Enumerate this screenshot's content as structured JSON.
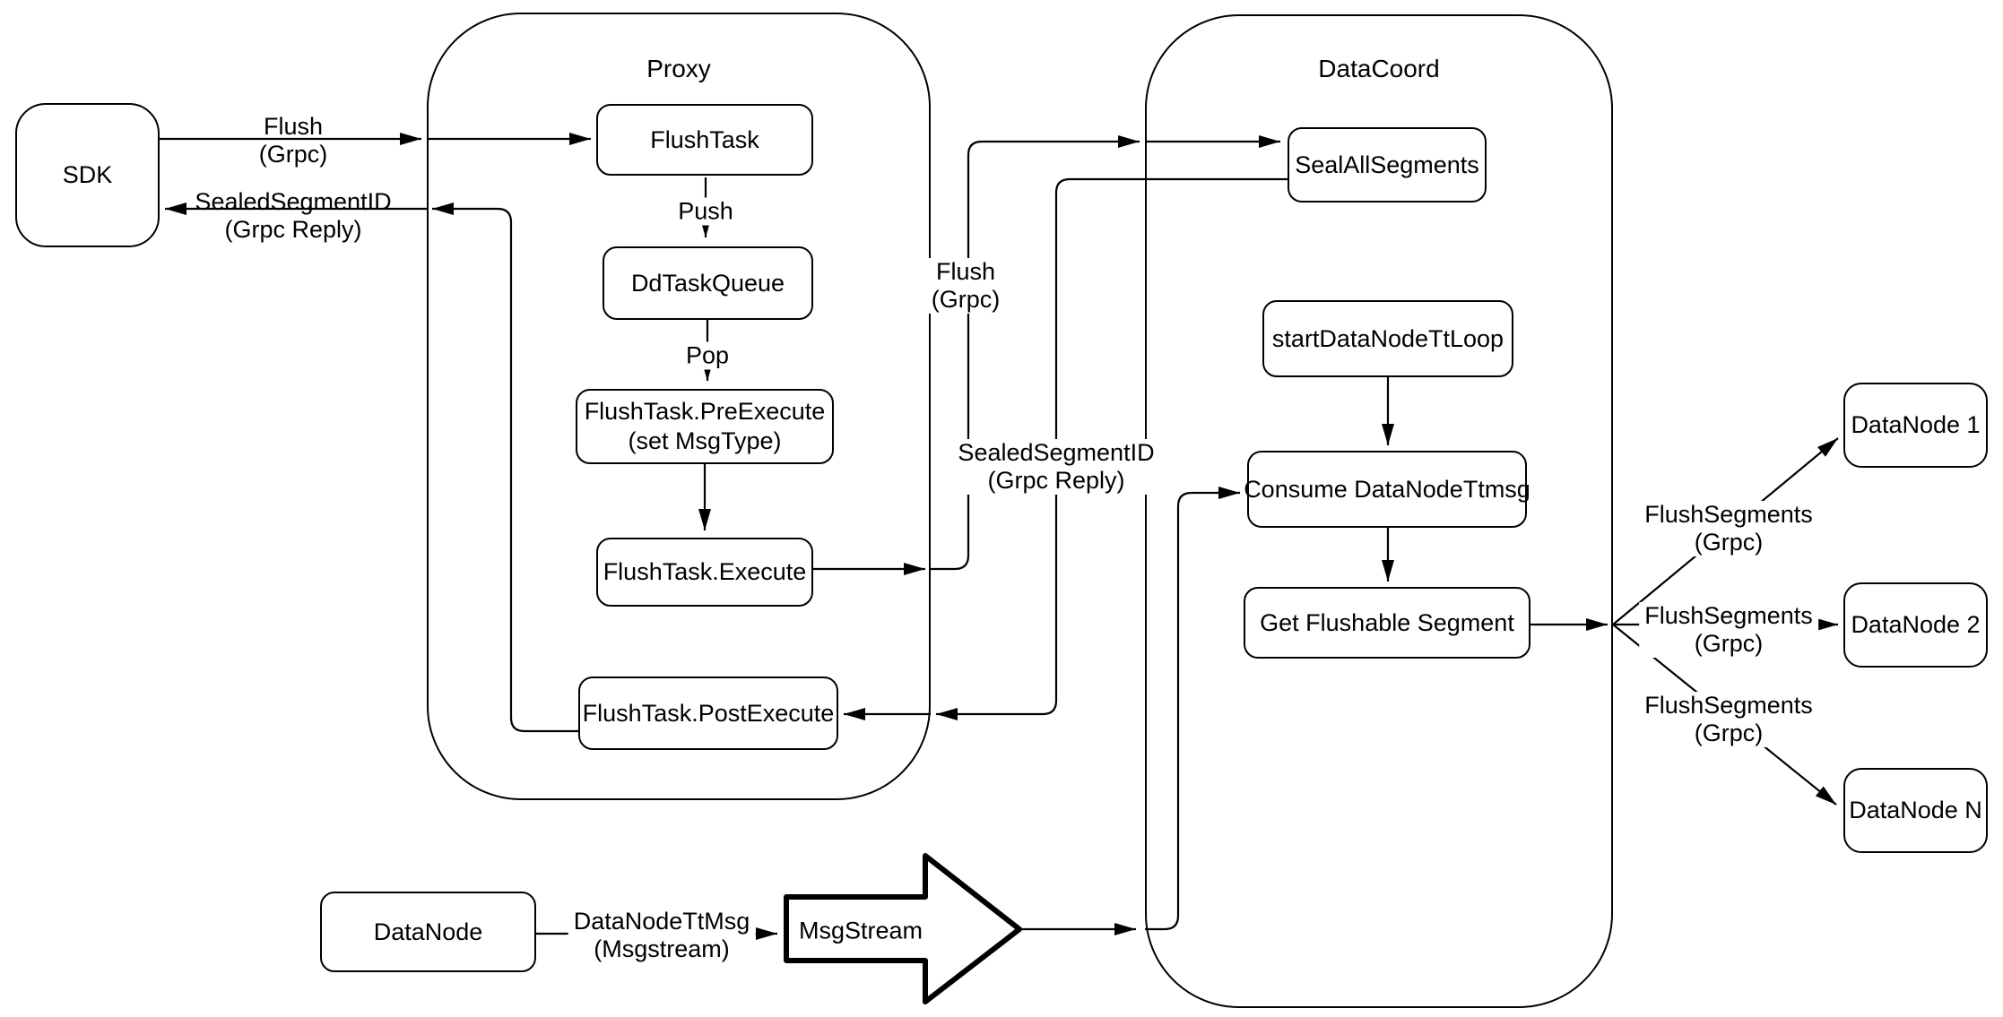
{
  "containers": {
    "proxy": {
      "title": "Proxy"
    },
    "datacoord": {
      "title": "DataCoord"
    }
  },
  "nodes": {
    "sdk": {
      "label": "SDK"
    },
    "flush_task": {
      "label": "FlushTask"
    },
    "dd_task_queue": {
      "label": "DdTaskQueue"
    },
    "pre_execute": {
      "line1": "FlushTask.PreExecute",
      "line2": "(set MsgType)"
    },
    "execute": {
      "label": "FlushTask.Execute"
    },
    "post_execute": {
      "label": "FlushTask.PostExecute"
    },
    "seal_all_segments": {
      "label": "SealAllSegments"
    },
    "start_data_node_tt_loop": {
      "label": "startDataNodeTtLoop"
    },
    "consume_data_node_ttmsg": {
      "label": "Consume DataNodeTtmsg"
    },
    "get_flushable_segment": {
      "label": "Get Flushable Segment"
    },
    "datanode_1": {
      "label": "DataNode 1"
    },
    "datanode_2": {
      "label": "DataNode 2"
    },
    "datanode_n": {
      "label": "DataNode N"
    },
    "datanode_source": {
      "label": "DataNode"
    },
    "msgstream": {
      "label": "MsgStream"
    }
  },
  "edge_labels": {
    "flush_sdk": {
      "line1": "Flush",
      "line2": "(Grpc)"
    },
    "sealed_sdk": {
      "line1": "SealedSegmentID",
      "line2": "(Grpc Reply)"
    },
    "push": {
      "line1": "Push"
    },
    "pop": {
      "line1": "Pop"
    },
    "flush_coord": {
      "line1": "Flush",
      "line2": "(Grpc)"
    },
    "sealed_coord": {
      "line1": "SealedSegmentID",
      "line2": "(Grpc Reply)"
    },
    "flush_segments_1": {
      "line1": "FlushSegments",
      "line2": "(Grpc)"
    },
    "flush_segments_2": {
      "line1": "FlushSegments",
      "line2": "(Grpc)"
    },
    "flush_segments_3": {
      "line1": "FlushSegments",
      "line2": "(Grpc)"
    },
    "datanode_ttmsg": {
      "line1": "DataNodeTtMsg",
      "line2": "(Msgstream)"
    }
  },
  "colors": {
    "stroke": "#000000",
    "node_fill": "#ffffff",
    "background": "#ffffff"
  }
}
